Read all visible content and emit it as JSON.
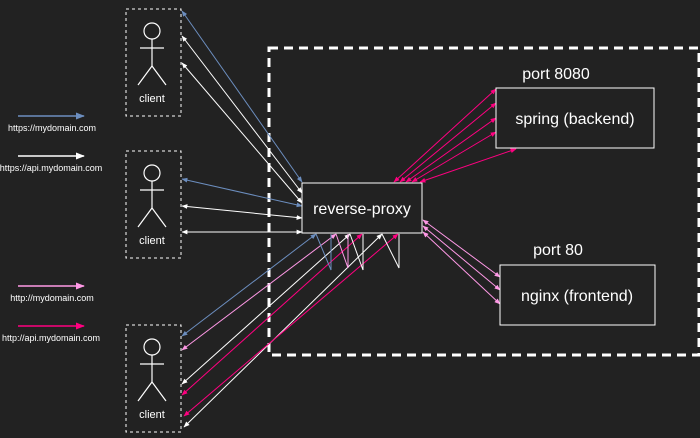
{
  "colors": {
    "background": "#222222",
    "https_main": "#6c8ebf",
    "https_api": "#ffffff",
    "http_main": "#ff99e6",
    "http_api": "#ff0080"
  },
  "legend": [
    {
      "label": "https://mydomain.com",
      "color_key": "https_main"
    },
    {
      "label": "https://api.mydomain.com",
      "color_key": "https_api"
    },
    {
      "label": "http://mydomain.com",
      "color_key": "http_main"
    },
    {
      "label": "http://api.mydomain.com",
      "color_key": "http_api"
    }
  ],
  "clients": [
    {
      "label": "client",
      "icon": "stick-figure-icon"
    },
    {
      "label": "client",
      "icon": "stick-figure-icon"
    },
    {
      "label": "client",
      "icon": "stick-figure-icon"
    }
  ],
  "proxy": {
    "label": "reverse-proxy"
  },
  "backend": {
    "label": "spring (backend)",
    "port_label": "port 8080"
  },
  "frontend": {
    "label": "nginx (frontend)",
    "port_label": "port 80"
  }
}
